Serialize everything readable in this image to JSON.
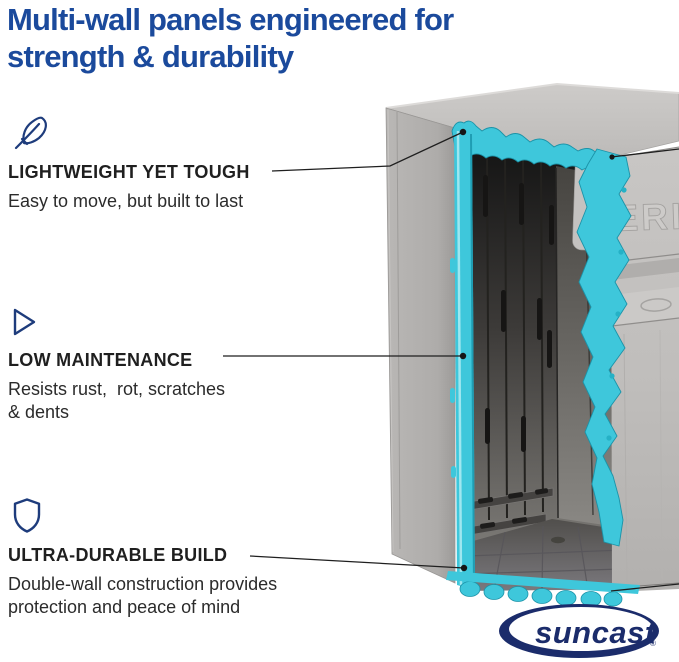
{
  "title": "Multi-wall panels engineered for\nstrength & durability",
  "features": [
    {
      "icon": "feather-icon",
      "heading": "LIGHTWEIGHT YET TOUGH",
      "body": "Easy to move, but built to last"
    },
    {
      "icon": "play-triangle-icon",
      "heading": "LOW MAINTENANCE",
      "body": "Resists rust,  rot, scratches\n& dents"
    },
    {
      "icon": "shield-icon",
      "heading": "ULTRA-DURABLE BUILD",
      "body": "Double-wall construction provides\nprotection and peace of mind"
    }
  ],
  "product": {
    "embossed_text": "ERIES"
  },
  "logo": {
    "text": "suncast",
    "registered": "®"
  },
  "colors": {
    "title_blue": "#1b4a9c",
    "icon_navy": "#1e3c7c",
    "panel_teal": "#3ec7db",
    "teal_shadow": "#1f9db3",
    "cabinet_gray": "#bfbdbb",
    "logo_navy": "#1b2c6b",
    "text_dark": "#1f1f1f"
  }
}
